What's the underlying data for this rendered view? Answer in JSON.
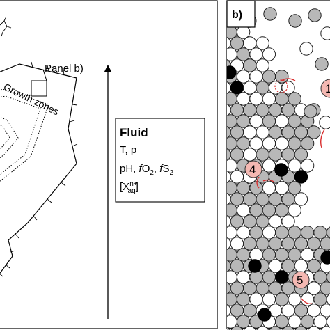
{
  "panel_a": {
    "panel_b_callout": "Panel b)",
    "growth_zones_label": "Growth zones",
    "fluid_box": {
      "title": "Fluid",
      "line1": "T, p",
      "line2_prefix": "pH, ",
      "line2_fo": "f",
      "line2_o": "O",
      "line2_o_sub": "2",
      "line2_sep": ", ",
      "line2_fs": "f",
      "line2_s": "S",
      "line2_s_sub": "2",
      "line3_open": "[X",
      "line3_sup": "n+",
      "line3_sub": "aq",
      "line3_close": "]"
    }
  },
  "panel_b": {
    "label": "b)",
    "markers": [
      "1",
      "4",
      "5"
    ]
  },
  "colors": {
    "atom_white": "#ffffff",
    "atom_gray": "#b8b8b8",
    "atom_black": "#000000",
    "marker_fill": "#f4b8b2",
    "arrow_red": "#d93030"
  }
}
